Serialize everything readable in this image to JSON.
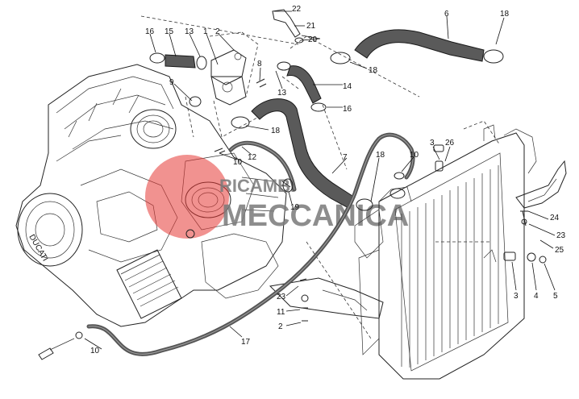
{
  "watermark": {
    "line1": "RICAMBI",
    "line2": "MECCANICA",
    "accent_color": "#e53935",
    "text_color": "#7a7a7a"
  },
  "parts": {
    "p1": "1",
    "p2a": "2",
    "p3a": "3",
    "p3b": "3",
    "p4": "4",
    "p5": "5",
    "p6": "6",
    "p7": "7",
    "p8": "8",
    "p9": "9",
    "p10a": "10",
    "p10b": "10",
    "p10c": "10",
    "p11": "11",
    "p12": "12",
    "p13a": "13",
    "p13b": "13",
    "p14": "14",
    "p15": "15",
    "p16a": "16",
    "p16b": "16",
    "p17": "17",
    "p18a": "18",
    "p18b": "18",
    "p18c": "18",
    "p18d": "18",
    "p19": "19",
    "p20": "20",
    "p21": "21",
    "p22": "22",
    "p23a": "23",
    "p23b": "23",
    "p24": "24",
    "p25": "25",
    "p26": "26"
  }
}
